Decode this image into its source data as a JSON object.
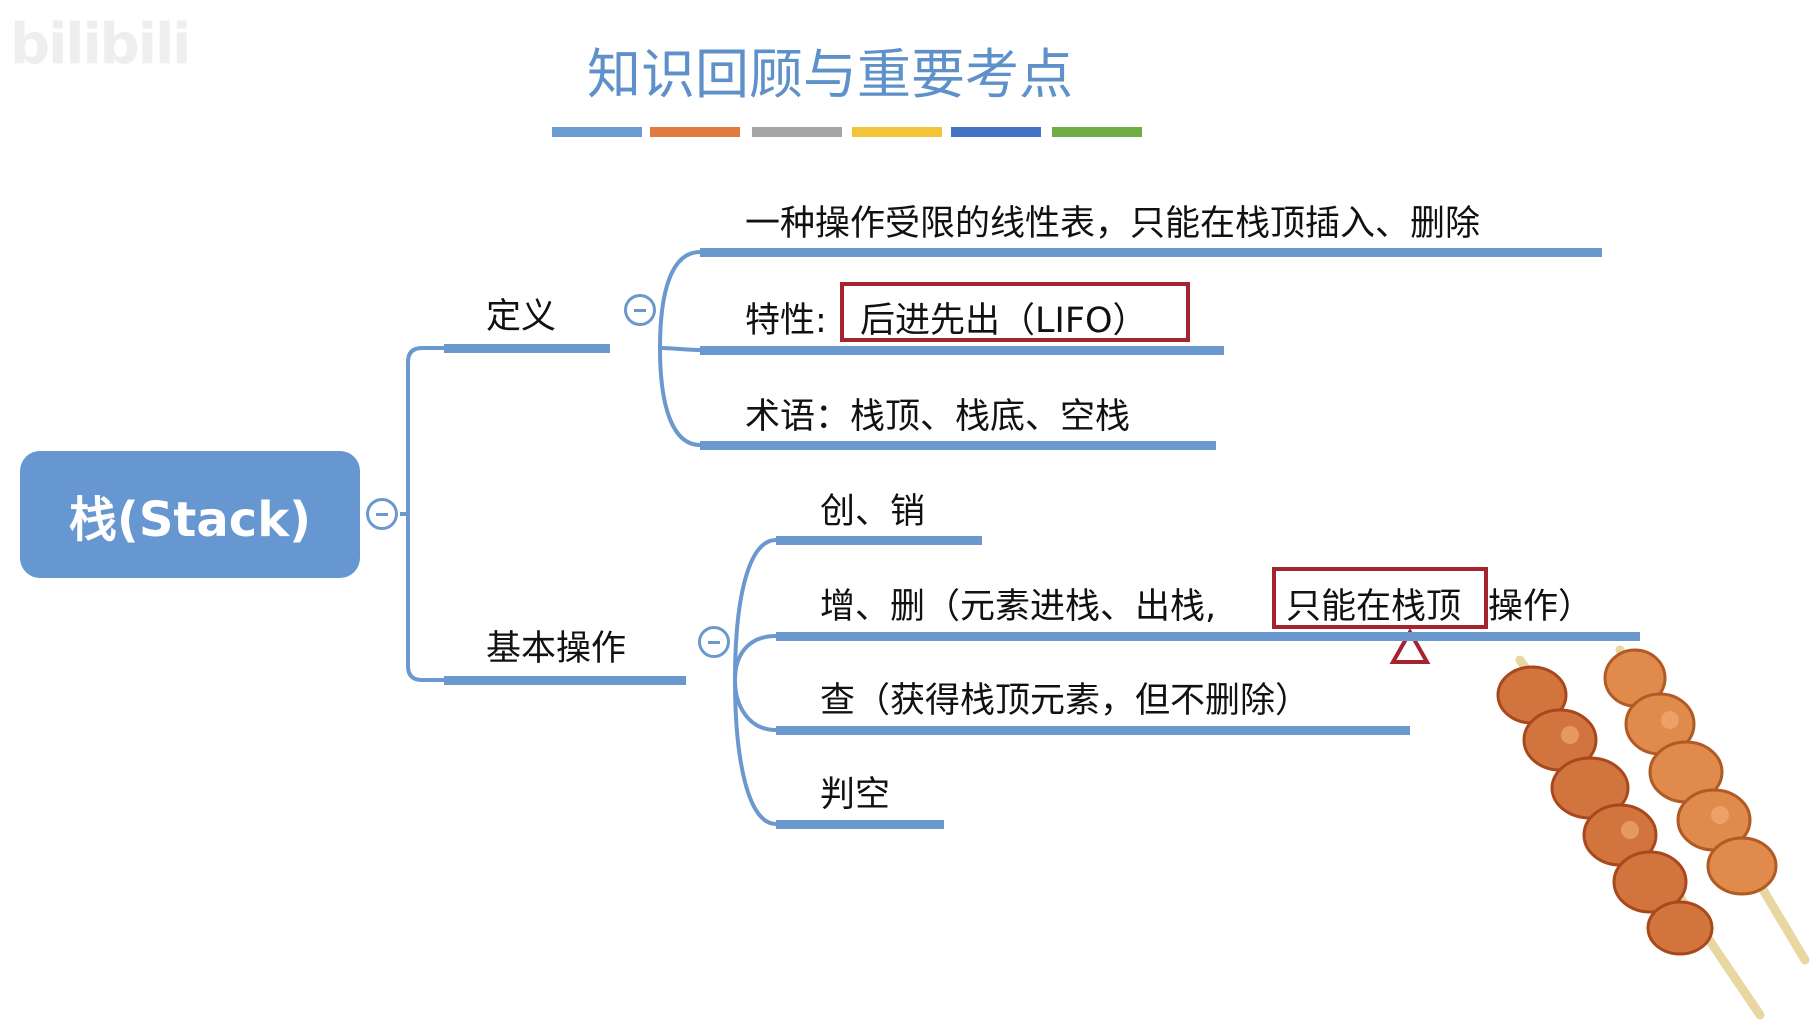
{
  "watermark": "bilibili",
  "title": "知识回顾与重要考点",
  "color_bar": [
    "#6b9bd1",
    "#e07b3d",
    "#a6a6a6",
    "#f2c43a",
    "#4472c4",
    "#70ad47"
  ],
  "root": {
    "label": "栈(Stack)"
  },
  "branches": {
    "definition": {
      "label": "定义",
      "items": {
        "def": "一种操作受限的线性表，只能在栈顶插入、删除",
        "prop_prefix": "特性:",
        "prop_value": "后进先出（LIFO）",
        "terms": "术语：栈顶、栈底、空栈"
      }
    },
    "operations": {
      "label": "基本操作",
      "items": {
        "create": "创、销",
        "add_prefix": "增、删（元素进栈、出栈,",
        "add_highlight": "只能在栈顶",
        "add_suffix": "操作）",
        "query": "查（获得栈顶元素，但不删除）",
        "empty": "判空"
      }
    }
  },
  "colors": {
    "accent": "#6b98cf",
    "root_fill": "#6797d1",
    "highlight": "#a4232d",
    "title": "#5e90c9"
  }
}
